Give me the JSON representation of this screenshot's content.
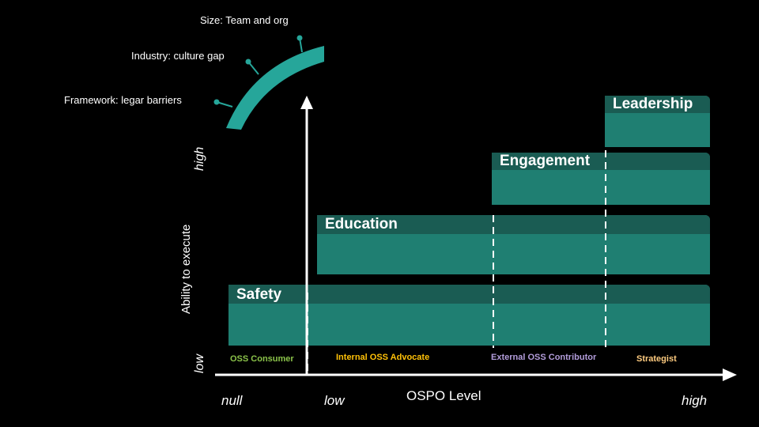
{
  "gauge": {
    "labels": [
      "Size: Team and org",
      "Industry: culture gap",
      "Framework: legar barriers"
    ]
  },
  "bands": [
    {
      "label": "Leadership"
    },
    {
      "label": "Engagement"
    },
    {
      "label": "Education"
    },
    {
      "label": "Safety"
    }
  ],
  "roles": [
    {
      "label": "OSS Consumer",
      "color": "#8bc34a"
    },
    {
      "label": "Internal OSS Advocate",
      "color": "#ffc107"
    },
    {
      "label": "External OSS Contributor",
      "color": "#b39ddb"
    },
    {
      "label": "Strategist",
      "color": "#ffcc80"
    }
  ],
  "y_axis": {
    "title": "Ability to execute",
    "high": "high",
    "low": "low"
  },
  "x_axis": {
    "title": "OSPO Level",
    "ticks": [
      "null",
      "low",
      "high"
    ]
  },
  "colors": {
    "band_body": "#1f7f72",
    "band_head": "#1a5c53",
    "arc": "#26a69a"
  }
}
